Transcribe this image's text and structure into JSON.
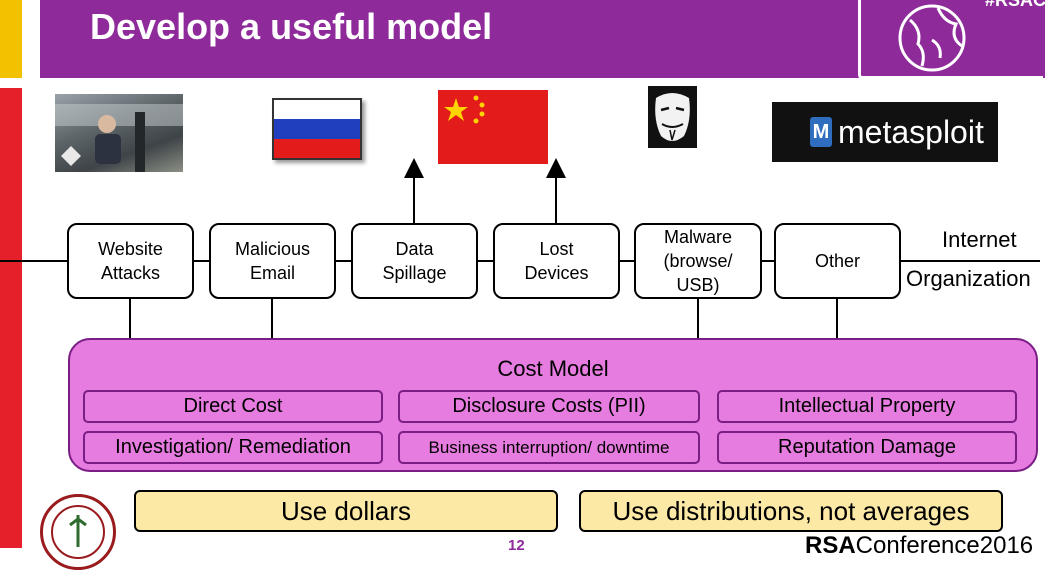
{
  "slide": {
    "title": "Develop a useful model",
    "hashtag": "#RSAC"
  },
  "threat_sources": [
    "person-photo",
    "russia-flag",
    "china-flag",
    "anonymous-mask",
    "metasploit-logo"
  ],
  "metasploit_label": "metasploit",
  "attack_vectors": [
    "Website\nAttacks",
    "Malicious\nEmail",
    "Data\nSpillage",
    "Lost\nDevices",
    "Malware\n(browse/\nUSB)",
    "Other"
  ],
  "boundary": {
    "outside_label": "Internet",
    "inside_label": "Organization"
  },
  "cost_model": {
    "title": "Cost Model",
    "items": [
      "Direct Cost",
      "Disclosure Costs (PII)",
      "Intellectual Property",
      "Investigation/ Remediation",
      "Business interruption/ downtime",
      "Reputation Damage"
    ]
  },
  "guidance": [
    "Use dollars",
    "Use distributions, not averages"
  ],
  "footer": {
    "page_number": "12",
    "brand_bold": "RSA",
    "brand_rest": "Conference2016"
  },
  "colors": {
    "header": "#8e2a9a",
    "accent_yellow": "#f2c200",
    "side_red": "#e6202a",
    "cost_fill": "#e67be0",
    "guidance_fill": "#fbe9a5"
  }
}
